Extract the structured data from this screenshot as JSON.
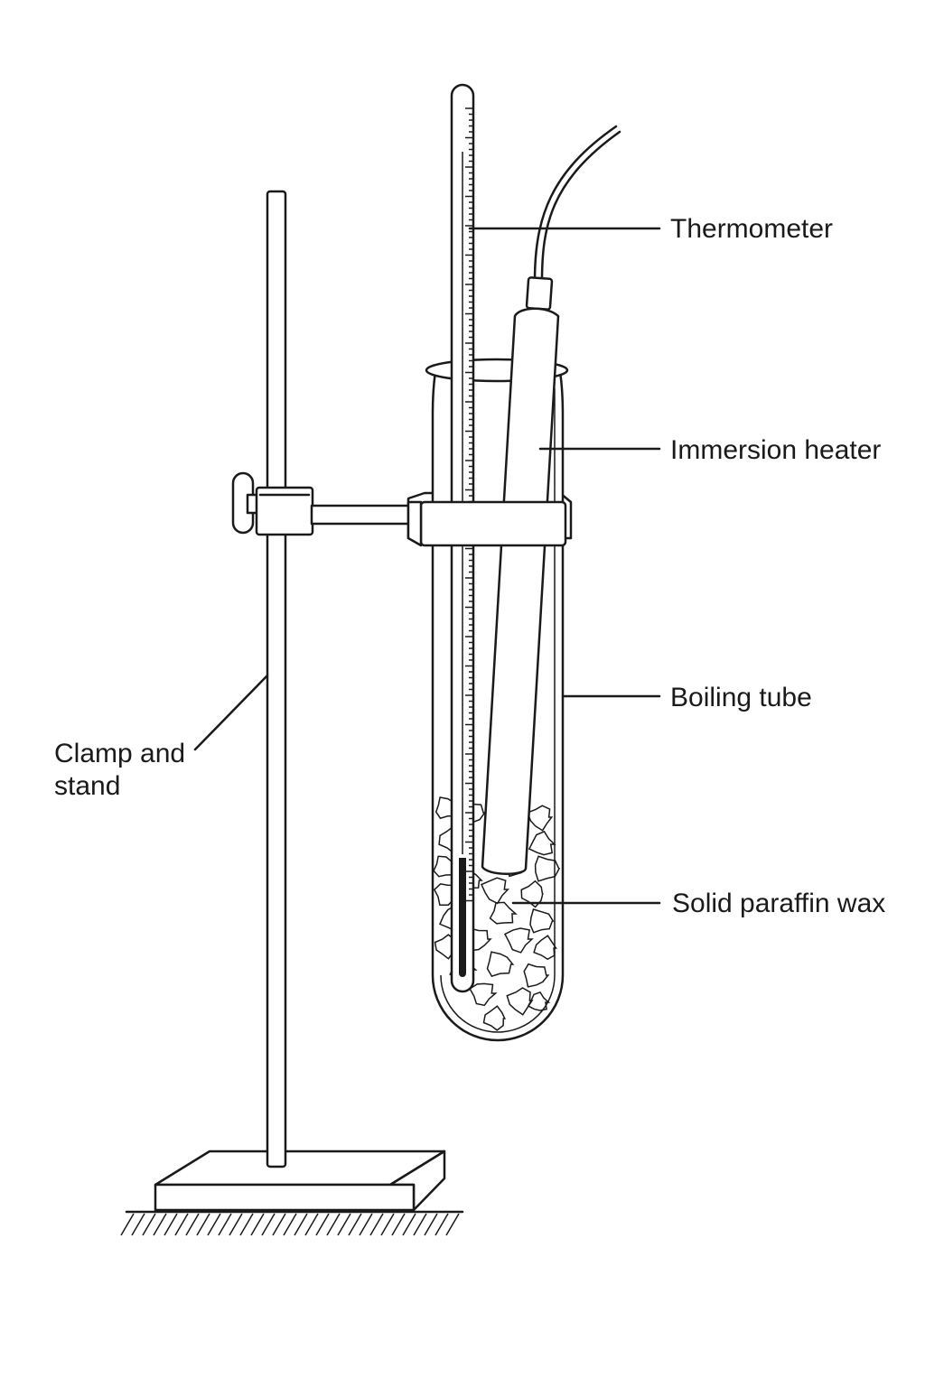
{
  "labels": {
    "thermometer": "Thermometer",
    "immersion_heater": "Immersion heater",
    "boiling_tube": "Boiling tube",
    "solid_paraffin_wax": "Solid paraffin wax",
    "clamp_and_stand_line1": "Clamp and",
    "clamp_and_stand_line2": "stand"
  },
  "colors": {
    "line": "#1a1a1a",
    "background": "#ffffff"
  }
}
